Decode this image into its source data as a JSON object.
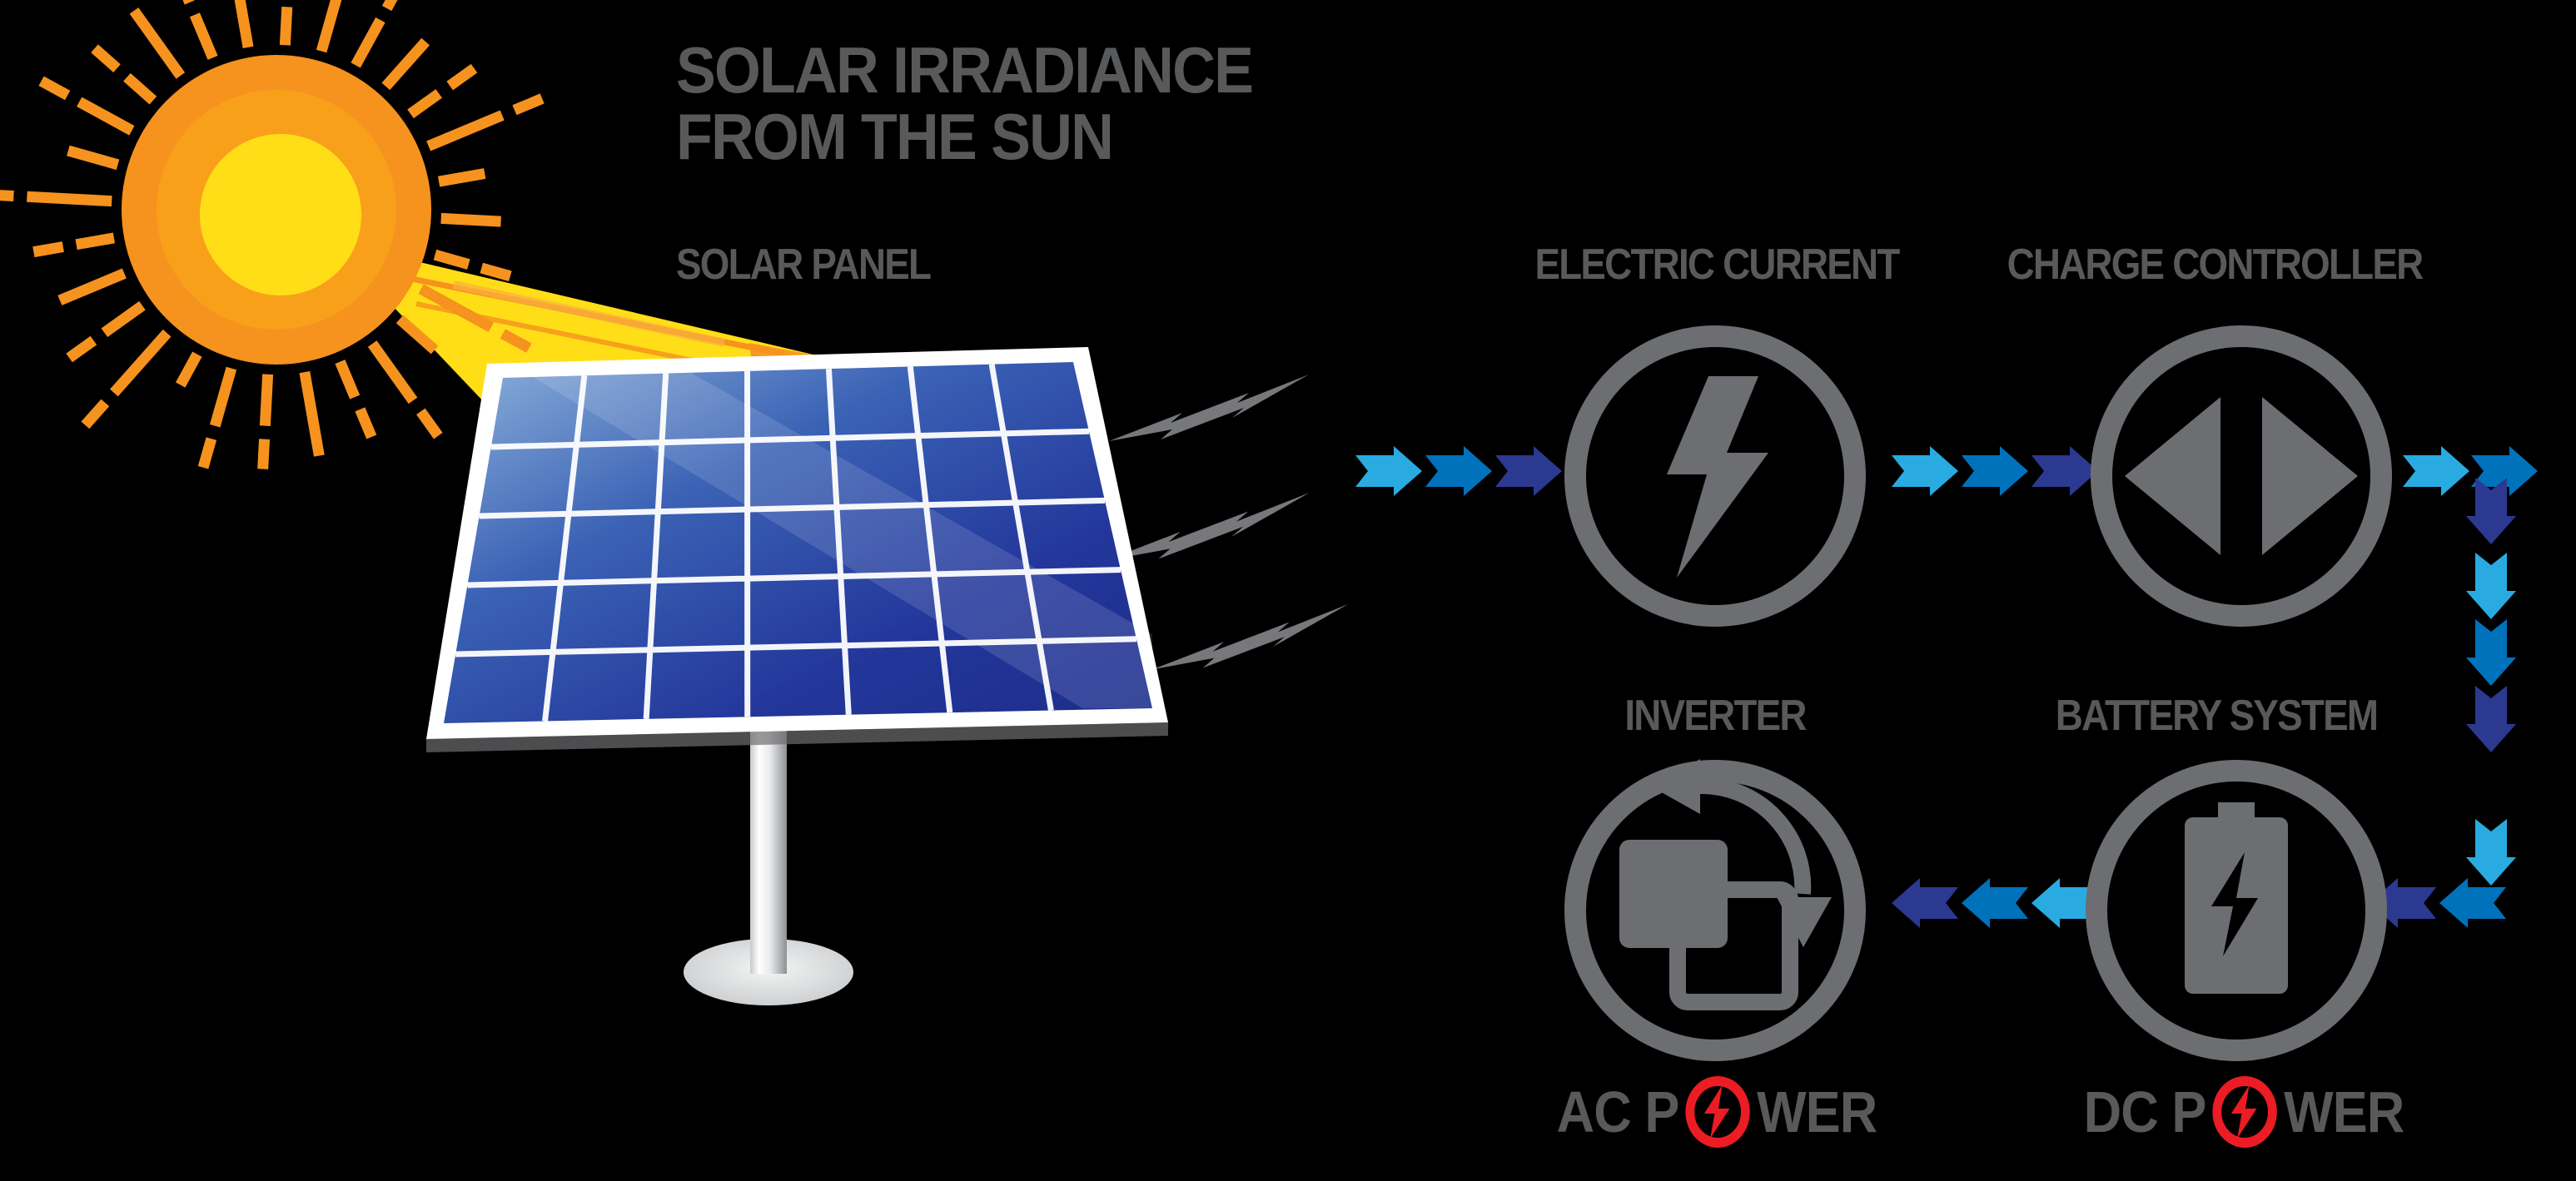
{
  "title": {
    "line1": "SOLAR IRRADIANCE",
    "line2": "FROM THE SUN"
  },
  "labels": {
    "solar_panel": "SOLAR PANEL",
    "electric_current": "ELECTRIC CURRENT",
    "charge_controller": "CHARGE CONTROLLER",
    "inverter": "INVERTER",
    "battery_system": "BATTERY SYSTEM"
  },
  "power": {
    "ac": {
      "full": "AC POWER",
      "before": "AC P",
      "after": "WER"
    },
    "dc": {
      "full": "DC POWER",
      "before": "DC P",
      "after": "WER"
    }
  },
  "icons": {
    "sun": "sun-icon",
    "light_beam": "sunlight-beam",
    "solar_panel": "solar-panel-illustration",
    "energy_bolts": "energy-bolt-icon",
    "electric_current": "lightning-bolt-circle-icon",
    "charge_controller": "left-right-triangles-circle-icon",
    "inverter": "convert-squares-circle-icon",
    "battery": "charging-battery-circle-icon",
    "power_o": "red-lightning-ring-icon"
  },
  "colors": {
    "background": "#000000",
    "text_gray": "#58595B",
    "icon_gray": "#6D6E71",
    "arrow_light_blue": "#29ABE2",
    "arrow_medium_blue": "#0072BC",
    "arrow_dark_blue": "#2B3990",
    "sun_orange": "#F6921E",
    "sun_mid_orange": "#F9A01B",
    "sun_yellow": "#FFDE17",
    "panel_blue_dark": "#1B2C8A",
    "panel_blue_light": "#8FB3DC",
    "power_red": "#EC1C24"
  }
}
